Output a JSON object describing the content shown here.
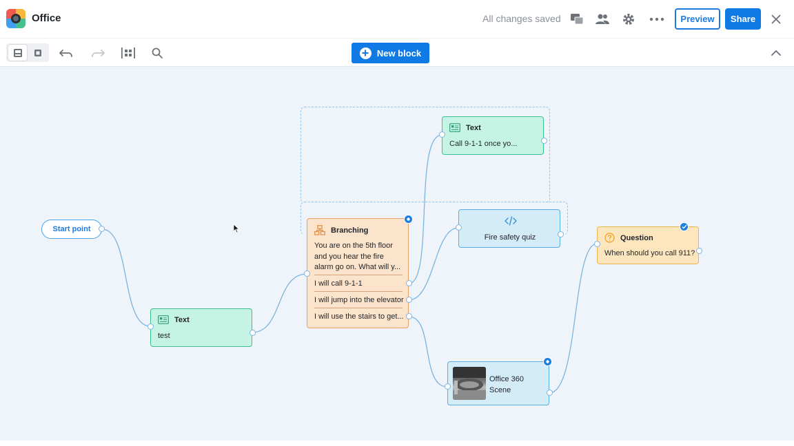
{
  "app": {
    "title": "Office",
    "status": "All changes saved"
  },
  "header": {
    "icons": [
      "comments-icon",
      "users-icon",
      "gear-icon",
      "more-icon",
      "close-icon"
    ],
    "preview_label": "Preview",
    "share_label": "Share"
  },
  "toolbar": {
    "new_block_label": "New block",
    "icons": [
      "editor-view-icon",
      "canvas-view-icon",
      "undo-icon",
      "redo-icon",
      "align-icon",
      "search-icon",
      "collapse-icon"
    ]
  },
  "nodes": {
    "start": {
      "label": "Start point"
    },
    "text_test": {
      "type": "Text",
      "body": "test"
    },
    "branching": {
      "type": "Branching",
      "body": [
        "You are on the 5th floor",
        "and you hear the fire",
        "alarm go on. What will y..."
      ],
      "options": [
        "I will call 9-1-1",
        "I will jump into the elevator",
        "I will use the stairs to get..."
      ]
    },
    "text_call": {
      "type": "Text",
      "body": "Call 9-1-1 once yo..."
    },
    "quiz": {
      "body": "Fire safety quiz"
    },
    "question": {
      "type": "Question",
      "body": "When should you call 911?"
    },
    "scene": {
      "body": [
        "Office 360",
        "Scene"
      ]
    }
  },
  "colors": {
    "accent": "#0f7ae5",
    "text_node": "#c6f4e4",
    "branch_node": "#fbe3cc",
    "quiz_node": "#d4ebf8",
    "question_node": "#fde6bd",
    "canvas": "#eef4fa"
  }
}
